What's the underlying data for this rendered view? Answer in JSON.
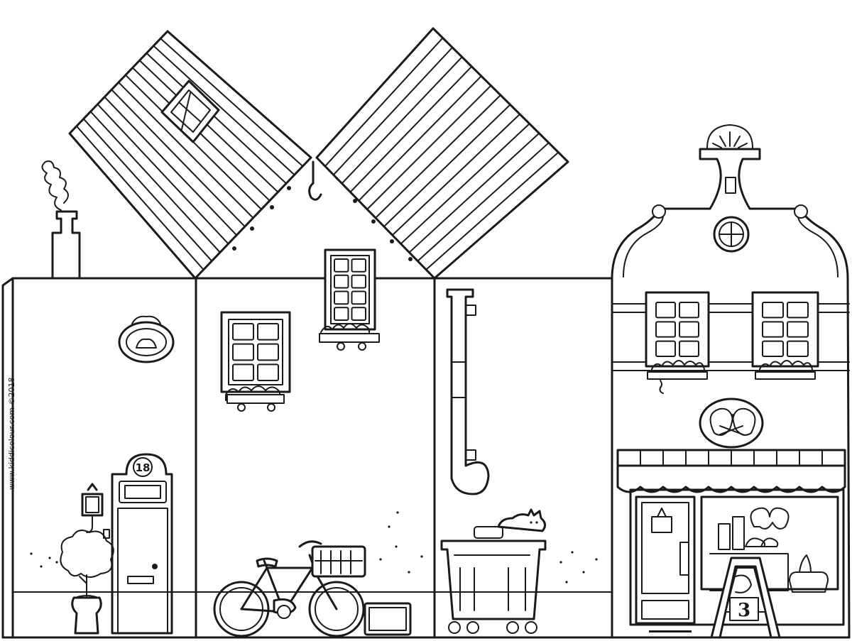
{
  "credit": "www.kiddicolour.com ©2018",
  "house_number": "18",
  "sign_number": "3",
  "ink_color": "#1a1a1a",
  "paper_color": "#ffffff"
}
